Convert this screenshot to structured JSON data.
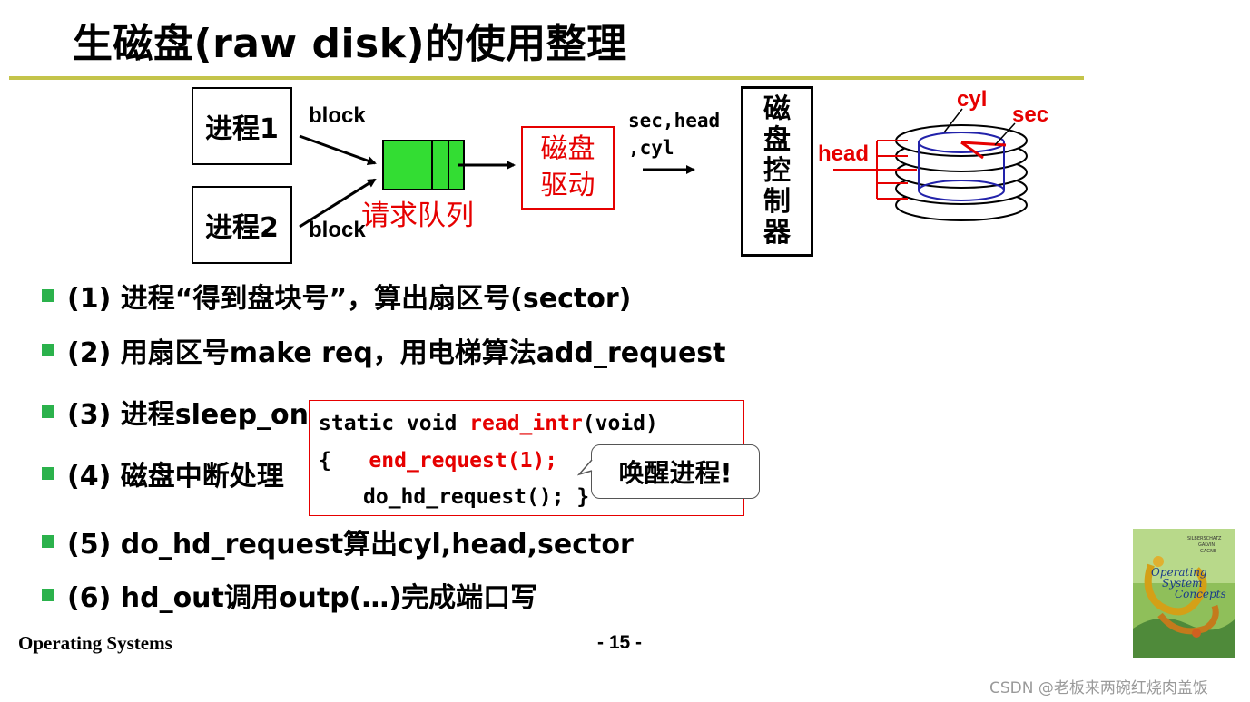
{
  "title": "生磁盘(raw disk)的使用整理",
  "diagram": {
    "process1": "进程1",
    "process2": "进程2",
    "block_top": "block",
    "block_bottom": "block",
    "queue_label": "请求队列",
    "driver_line1": "磁盘",
    "driver_line2": "驱动",
    "params_line1": "sec,head",
    "params_line2": ",cyl",
    "controller_chars": [
      "磁",
      "盘",
      "控",
      "制",
      "器"
    ],
    "disk_labels": {
      "cyl": "cyl",
      "sec": "sec",
      "head": "head"
    }
  },
  "bullets": [
    "(1) 进程“得到盘块号”，算出扇区号(sector)",
    "(2) 用扇区号make req，用电梯算法add_request",
    "(3) 进程sleep_on",
    "(4) 磁盘中断处理",
    "(5) do_hd_request算出cyl,head,sector",
    "(6) hd_out调用outp(…)完成端口写"
  ],
  "code": {
    "line1_pre": "static void ",
    "line1_fn": "read_intr",
    "line1_post": "(void)",
    "line2_brace": "{",
    "line2_call": "end_request(1);",
    "line3": "do_hd_request(); }"
  },
  "callout": "唤醒进程!",
  "footer": {
    "course": "Operating Systems",
    "page": "- 15 -"
  },
  "book": {
    "title_line1": "Operating",
    "title_line2": "System",
    "title_line3": "Concepts",
    "authors": [
      "SILBERSCHATZ",
      "GALVIN",
      "GAGNE"
    ]
  },
  "watermark": "CSDN @老板来两碗红烧肉盖饭",
  "colors": {
    "accent_rule": "#c4c44a",
    "red": "#e60000",
    "queue_green": "#33dd33",
    "disk_blue": "#2222aa",
    "bullet_green": "#2bb24c"
  }
}
